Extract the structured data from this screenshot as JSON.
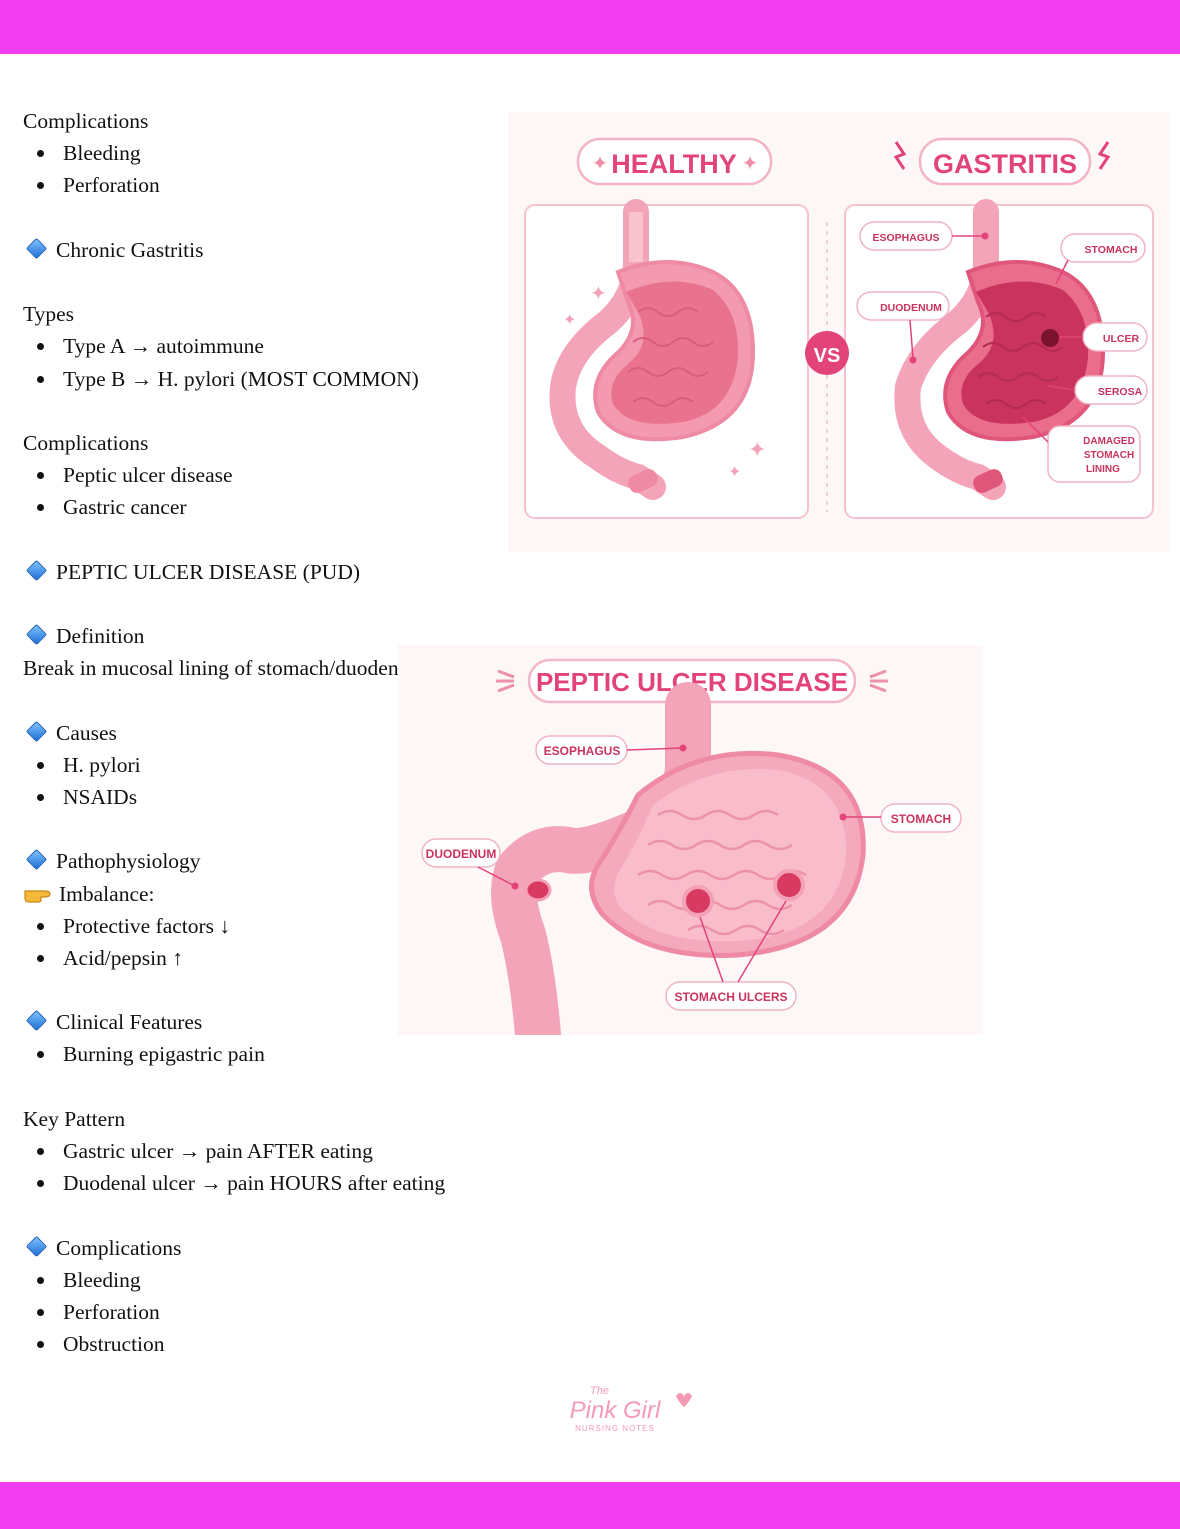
{
  "colors": {
    "band": "#f13df0",
    "accent": "#e2447a",
    "diamond": "#2f7fe0",
    "stomach": "#f6a3b8"
  },
  "notes": [
    {
      "kind": "heading",
      "text": "Complications"
    },
    {
      "kind": "bullet",
      "text": "Bleeding"
    },
    {
      "kind": "bullet",
      "text": "Perforation"
    },
    {
      "kind": "gap"
    },
    {
      "kind": "section",
      "icon": "blue-diamond-icon",
      "text": "Chronic Gastritis"
    },
    {
      "kind": "gap"
    },
    {
      "kind": "heading",
      "text": "Types"
    },
    {
      "kind": "bullet",
      "text": "Type A → autoimmune"
    },
    {
      "kind": "bullet",
      "text": "Type B → H. pylori (MOST COMMON)"
    },
    {
      "kind": "gap"
    },
    {
      "kind": "heading",
      "text": "Complications"
    },
    {
      "kind": "bullet",
      "text": "Peptic ulcer disease"
    },
    {
      "kind": "bullet",
      "text": "Gastric cancer"
    },
    {
      "kind": "gap"
    },
    {
      "kind": "section",
      "icon": "blue-diamond-icon",
      "text": "PEPTIC ULCER DISEASE (PUD)"
    },
    {
      "kind": "gap"
    },
    {
      "kind": "section",
      "icon": "blue-diamond-icon",
      "text": "Definition"
    },
    {
      "kind": "heading",
      "text": "Break in mucosal lining of stomach/duodenum"
    },
    {
      "kind": "gap"
    },
    {
      "kind": "section",
      "icon": "blue-diamond-icon",
      "text": "Causes"
    },
    {
      "kind": "bullet",
      "text": "H. pylori"
    },
    {
      "kind": "bullet",
      "text": "NSAIDs"
    },
    {
      "kind": "gap"
    },
    {
      "kind": "section",
      "icon": "blue-diamond-icon",
      "text": "Pathophysiology"
    },
    {
      "kind": "pointer",
      "icon": "pointing-hand-icon",
      "text": "Imbalance:"
    },
    {
      "kind": "bullet",
      "text": "Protective factors ↓"
    },
    {
      "kind": "bullet",
      "text": "Acid/pepsin ↑"
    },
    {
      "kind": "gap"
    },
    {
      "kind": "section",
      "icon": "blue-diamond-icon",
      "text": "Clinical Features"
    },
    {
      "kind": "bullet",
      "text": "Burning epigastric pain"
    },
    {
      "kind": "gap"
    },
    {
      "kind": "heading",
      "text": "Key Pattern"
    },
    {
      "kind": "bullet",
      "text": "Gastric ulcer → pain AFTER eating"
    },
    {
      "kind": "bullet",
      "text": "Duodenal ulcer → pain HOURS after eating"
    },
    {
      "kind": "gap"
    },
    {
      "kind": "section",
      "icon": "blue-diamond-icon",
      "text": "Complications"
    },
    {
      "kind": "bullet",
      "text": "Bleeding"
    },
    {
      "kind": "bullet",
      "text": "Perforation"
    },
    {
      "kind": "bullet",
      "text": "Obstruction"
    }
  ],
  "figure_gastritis": {
    "healthy_title": "HEALTHY",
    "gastritis_title": "GASTRITIS",
    "vs": "VS",
    "labels": {
      "esophagus": "ESOPHAGUS",
      "stomach": "STOMACH",
      "duodenum": "DUODENUM",
      "ulcer": "ULCER",
      "serosa": "SEROSA",
      "damaged": [
        "DAMAGED",
        "STOMACH",
        "LINING"
      ]
    }
  },
  "figure_pud": {
    "title": "PEPTIC ULCER DISEASE",
    "labels": {
      "esophagus": "ESOPHAGUS",
      "stomach": "STOMACH",
      "duodenum": "DUODENUM",
      "ulcers": "STOMACH ULCERS"
    }
  },
  "logo": {
    "top": "The",
    "name": "Pink Girl",
    "sub": "NURSING NOTES"
  }
}
